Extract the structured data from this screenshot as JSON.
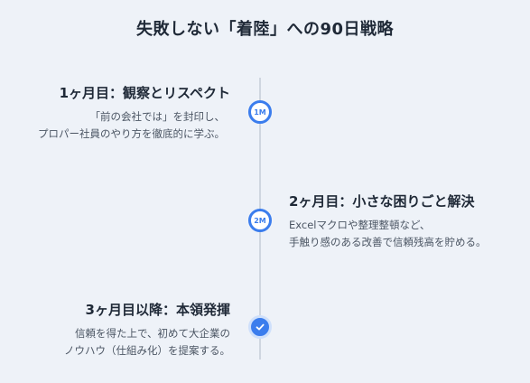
{
  "title": "失敗しない「着陸」への90日戦略",
  "steps": [
    {
      "badge": "1M",
      "title": "1ヶ月目：観察とリスペクト",
      "desc_line1": "「前の会社では」を封印し、",
      "desc_line2": "プロパー社員のやり方を徹底的に学ぶ。"
    },
    {
      "badge": "2M",
      "title": "2ヶ月目：小さな困りごと解決",
      "desc_line1": "Excelマクロや整理整頓など、",
      "desc_line2": "手触り感のある改善で信頼残高を貯める。"
    },
    {
      "badge_icon": "check-icon",
      "title": "3ヶ月目以降：本領発揮",
      "desc_line1": "信頼を得た上で、初めて大企業の",
      "desc_line2": "ノウハウ（仕組み化）を提案する。"
    }
  ],
  "colors": {
    "accent": "#3b7ded",
    "line": "#cfd6e0",
    "background": "#eef2f8"
  }
}
